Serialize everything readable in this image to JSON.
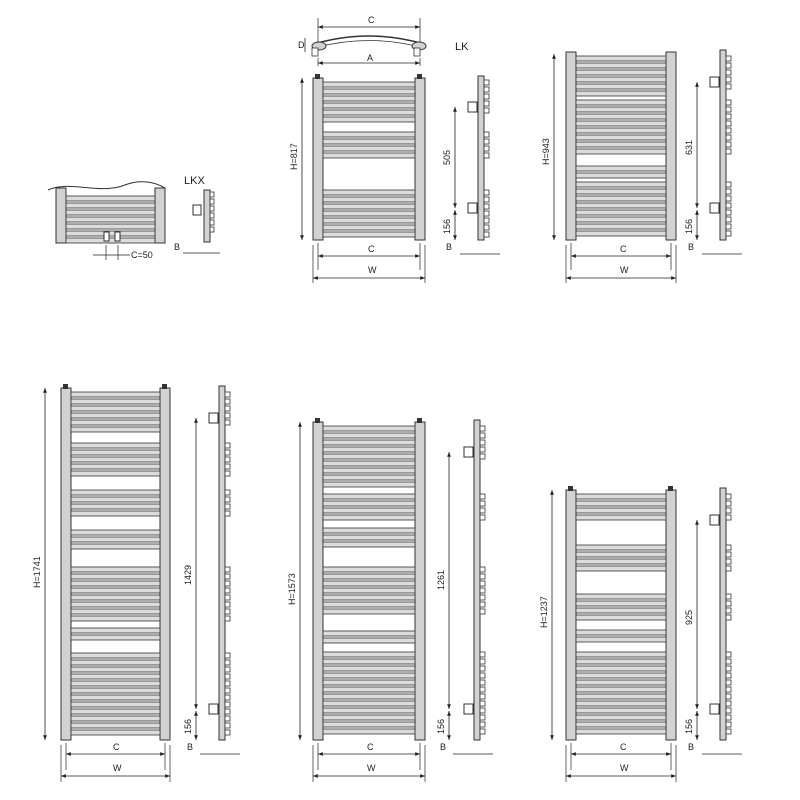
{
  "colors": {
    "line": "#333333",
    "frame_fill": "#d2d2d2",
    "bar_fill": "#dcdcdc",
    "dim": "#222222"
  },
  "labels": {
    "lkx": "LKX",
    "lk": "LK",
    "c_50": "C=50",
    "b": "B",
    "c": "C",
    "w": "W",
    "a": "A",
    "d": "D"
  },
  "heights": {
    "h817": "H=817",
    "h943": "H=943",
    "h1741": "H=1741",
    "h1573": "H=1573",
    "h1237": "H=1237"
  },
  "distances": {
    "d505": "505",
    "d631": "631",
    "d1429": "1429",
    "d1261": "1261",
    "d925": "925",
    "d156": "156"
  }
}
